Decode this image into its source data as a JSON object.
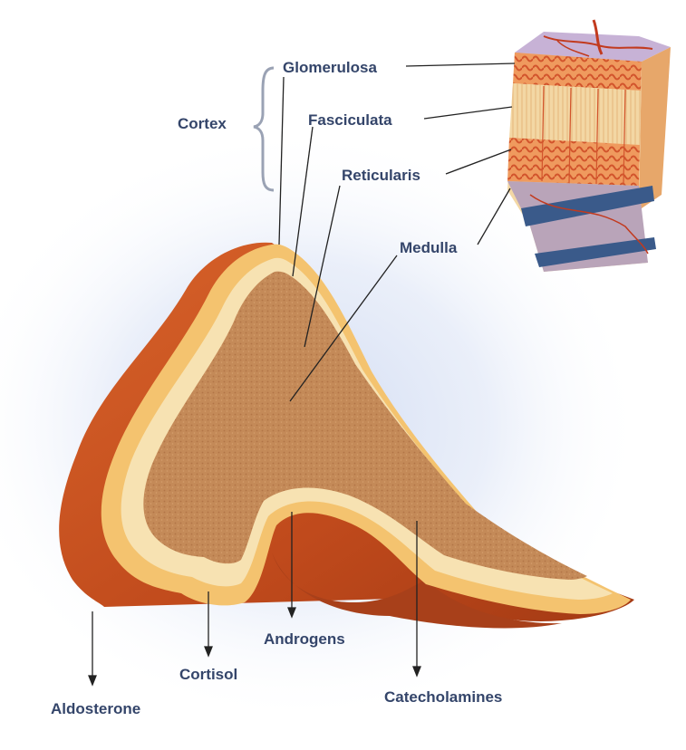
{
  "labels": {
    "cortex": "Cortex",
    "glomerulosa": "Glomerulosa",
    "fasciculata": "Fasciculata",
    "reticularis": "Reticularis",
    "medulla": "Medulla",
    "aldosterone": "Aldosterone",
    "cortisol": "Cortisol",
    "androgens": "Androgens",
    "catecholamines": "Catecholamines"
  },
  "colors": {
    "label_text": "#34456a",
    "leader_line": "#222222",
    "capsule": "#c9521f",
    "glomerulosa": "#f6c878",
    "fasciculata": "#f7e2b6",
    "medulla": "#c48a58",
    "vessel_red": "#c23a1e",
    "vessel_blue": "#3a5a8a",
    "background_glow": "#d6e0f4"
  }
}
